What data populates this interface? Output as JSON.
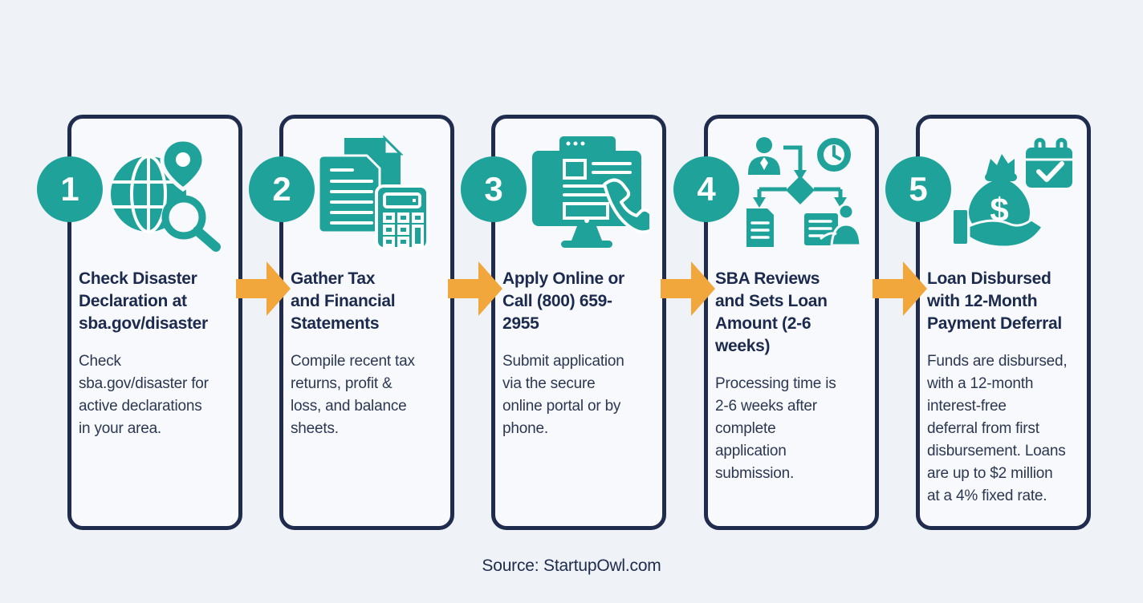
{
  "page": {
    "type": "process-infographic",
    "source_label": "Source: StartupOwl.com"
  },
  "colors": {
    "background": "#eff3f7",
    "card_background": "#f7f9fc",
    "card_border_navy": "#202c4e",
    "title_text": "#1c2a4e",
    "body_text": "#2c3752",
    "step_badge_teal": "#1fa29a",
    "icon_teal": "#1fa29a",
    "arrow_orange": "#f1a73c"
  },
  "steps": [
    {
      "number": "1",
      "icon": "globe-search-pin-icon",
      "title": "Check Disaster\nDeclaration at\nsba.gov/disaster",
      "description": "Check\nsba.gov/disaster for\nactive declarations\nin your area."
    },
    {
      "number": "2",
      "icon": "tax-documents-calculator-icon",
      "title": "Gather Tax\nand Financial\nStatements",
      "description": "Compile recent tax\nreturns, profit &\nloss, and balance\nsheets."
    },
    {
      "number": "3",
      "icon": "monitor-phone-application-icon",
      "title": "Apply Online or\nCall (800) 659-\n2955",
      "description": "Submit application\nvia the secure\nonline portal or by\nphone."
    },
    {
      "number": "4",
      "icon": "review-flowchart-icon",
      "title": "SBA Reviews\nand Sets Loan\nAmount (2-6\nweeks)",
      "description": "Processing time is\n2-6 weeks after\ncomplete\napplication\nsubmission."
    },
    {
      "number": "5",
      "icon": "loan-disbursement-hand-money-calendar-icon",
      "title": "Loan Disbursed\nwith 12-Month\nPayment Deferral",
      "description": "Funds are disbursed,\nwith a 12-month\ninterest-free\ndeferral from first\ndisbursement. Loans\nare up to $2 million\nat a 4% fixed rate."
    }
  ]
}
